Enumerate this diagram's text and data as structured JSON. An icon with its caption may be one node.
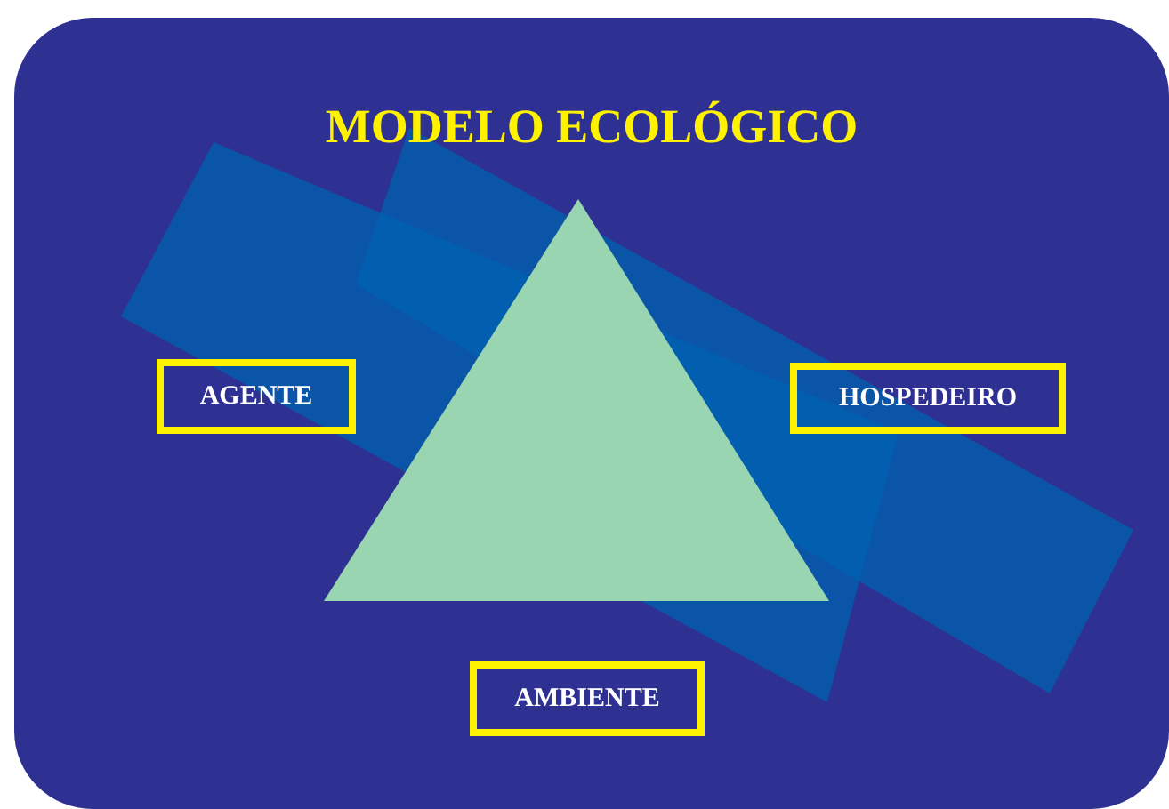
{
  "diagram": {
    "title": "MODELO ECOLÓGICO",
    "nodes": [
      {
        "text": [
          "AGENTE"
        ]
      },
      {
        "text": [
          "HOSPEDEIRO"
        ]
      },
      {
        "text": [
          "AMBIENTE"
        ]
      }
    ]
  }
}
